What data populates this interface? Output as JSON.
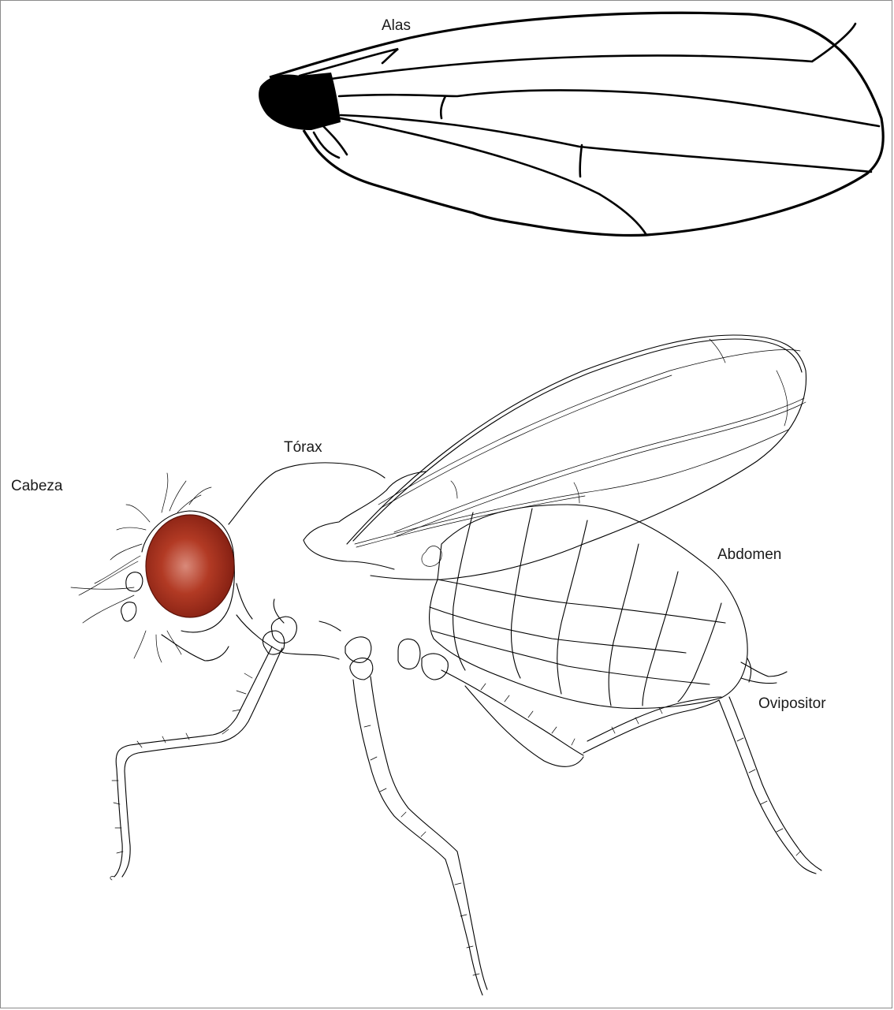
{
  "figure": {
    "labels": {
      "wings": "Alas",
      "head": "Cabeza",
      "thorax": "Tórax",
      "abdomen": "Abdomen",
      "ovipositor": "Ovipositor"
    },
    "colors": {
      "eye_center": "#d98a7a",
      "eye_mid": "#b23a24",
      "eye_edge": "#7e1c10",
      "line": "#000000",
      "background": "#ffffff",
      "frame_border": "#8a8a8a"
    }
  }
}
